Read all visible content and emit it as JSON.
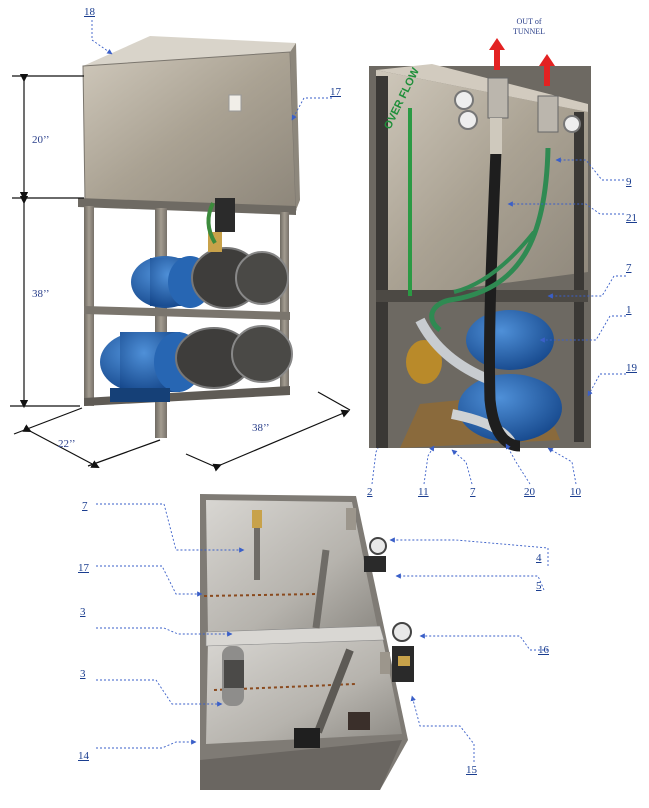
{
  "photo1": {
    "dimensions": {
      "height_top": "20’’",
      "height_bottom": "38’’",
      "depth": "22’’",
      "width": "38’’"
    },
    "callouts": [
      "18",
      "17"
    ]
  },
  "photo2": {
    "outlet_text": "OUT of TUNNEL",
    "overflow_text": "OVER FLOW",
    "callouts_right": [
      "9",
      "21",
      "7",
      "1",
      "19"
    ],
    "callouts_bottom": [
      "2",
      "11",
      "7",
      "20",
      "10"
    ]
  },
  "photo3": {
    "callouts_left": [
      "7",
      "17",
      "3",
      "3",
      "14"
    ],
    "callouts_right": [
      "4",
      "5",
      "16",
      "15"
    ]
  },
  "colors": {
    "label_blue": "#1a3d8f",
    "arrow_blue": "#3a5fc8",
    "arrow_red": "#e32222",
    "pump_blue": "#1f5fae",
    "steel": "#b9b1a4"
  }
}
